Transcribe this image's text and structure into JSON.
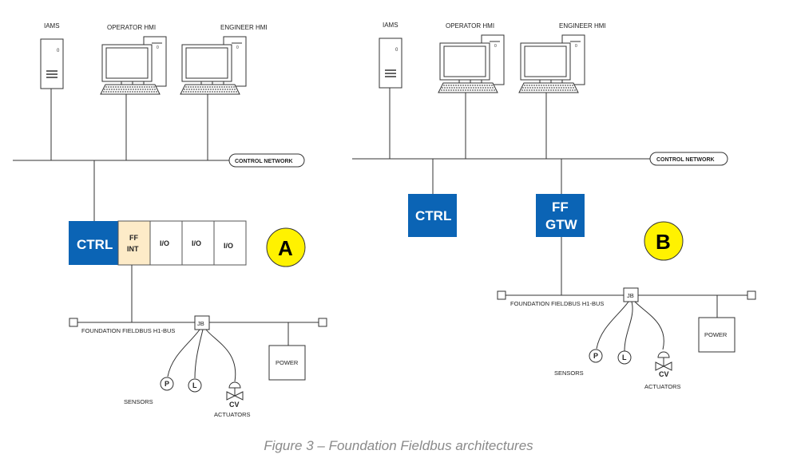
{
  "diagram_a": {
    "iams_label": "IAMS",
    "operator_hmi_label": "OPERATOR HMI",
    "engineer_hmi_label": "ENGINEER HMI",
    "control_network_label": "CONTROL NETWORK",
    "ctrl_label": "CTRL",
    "ff_int_line1": "FF",
    "ff_int_line2": "INT",
    "io_labels": [
      "I/O",
      "I/O",
      "I/O"
    ],
    "badge": "A",
    "fieldbus_label": "FOUNDATION FIELDBUS H1-BUS",
    "jb_label": "JB",
    "power_label": "POWER",
    "p_label": "P",
    "l_label": "L",
    "cv_label": "CV",
    "sensors_label": "SENSORS",
    "actuators_label": "ACTUATORS"
  },
  "diagram_b": {
    "iams_label": "IAMS",
    "operator_hmi_label": "OPERATOR HMI",
    "engineer_hmi_label": "ENGINEER HMI",
    "control_network_label": "CONTROL NETWORK",
    "ctrl_label": "CTRL",
    "ff_gtw_line1": "FF",
    "ff_gtw_line2": "GTW",
    "badge": "B",
    "fieldbus_label": "FOUNDATION FIELDBUS H1-BUS",
    "jb_label": "JB",
    "power_label": "POWER",
    "p_label": "P",
    "l_label": "L",
    "cv_label": "CV",
    "sensors_label": "SENSORS",
    "actuators_label": "ACTUATORS"
  },
  "caption": "Figure 3 – Foundation Fieldbus architectures",
  "colors": {
    "module_blue": "#0b64b5",
    "ff_int_fill": "#fdebc8",
    "badge_yellow": "#fff200",
    "caption_gray": "#8a8a8a"
  }
}
